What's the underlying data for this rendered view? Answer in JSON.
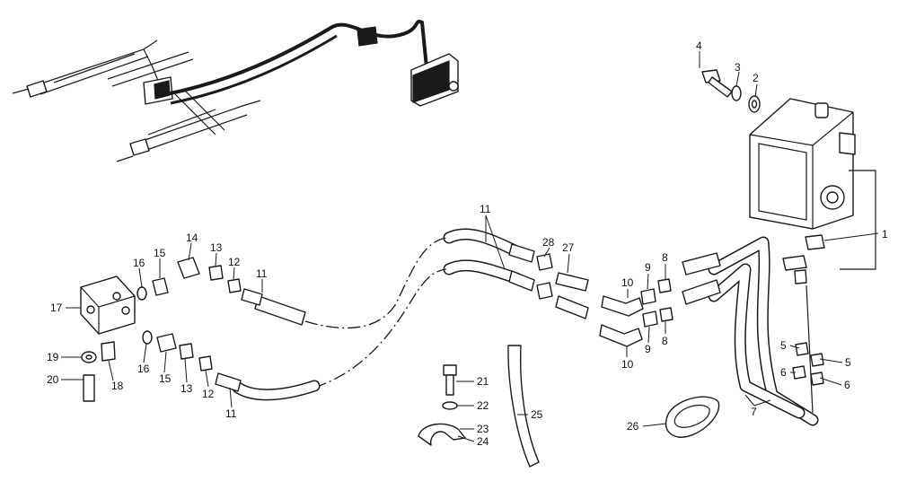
{
  "callouts": {
    "c1": "1",
    "c2": "2",
    "c3": "3",
    "c4": "4",
    "c5a": "5",
    "c5b": "5",
    "c6a": "6",
    "c6b": "6",
    "c7": "7",
    "c8a": "8",
    "c8b": "8",
    "c9a": "9",
    "c9b": "9",
    "c10a": "10",
    "c10b": "10",
    "c11a": "11",
    "c11b": "11",
    "c11c": "11",
    "c12a": "12",
    "c12b": "12",
    "c13a": "13",
    "c13b": "13",
    "c14": "14",
    "c15a": "15",
    "c15b": "15",
    "c16a": "16",
    "c16b": "16",
    "c17": "17",
    "c18": "18",
    "c19": "19",
    "c20": "20",
    "c21": "21",
    "c22": "22",
    "c23": "23",
    "c24": "24",
    "c25": "25",
    "c26": "26",
    "c27": "27",
    "c28": "28"
  }
}
